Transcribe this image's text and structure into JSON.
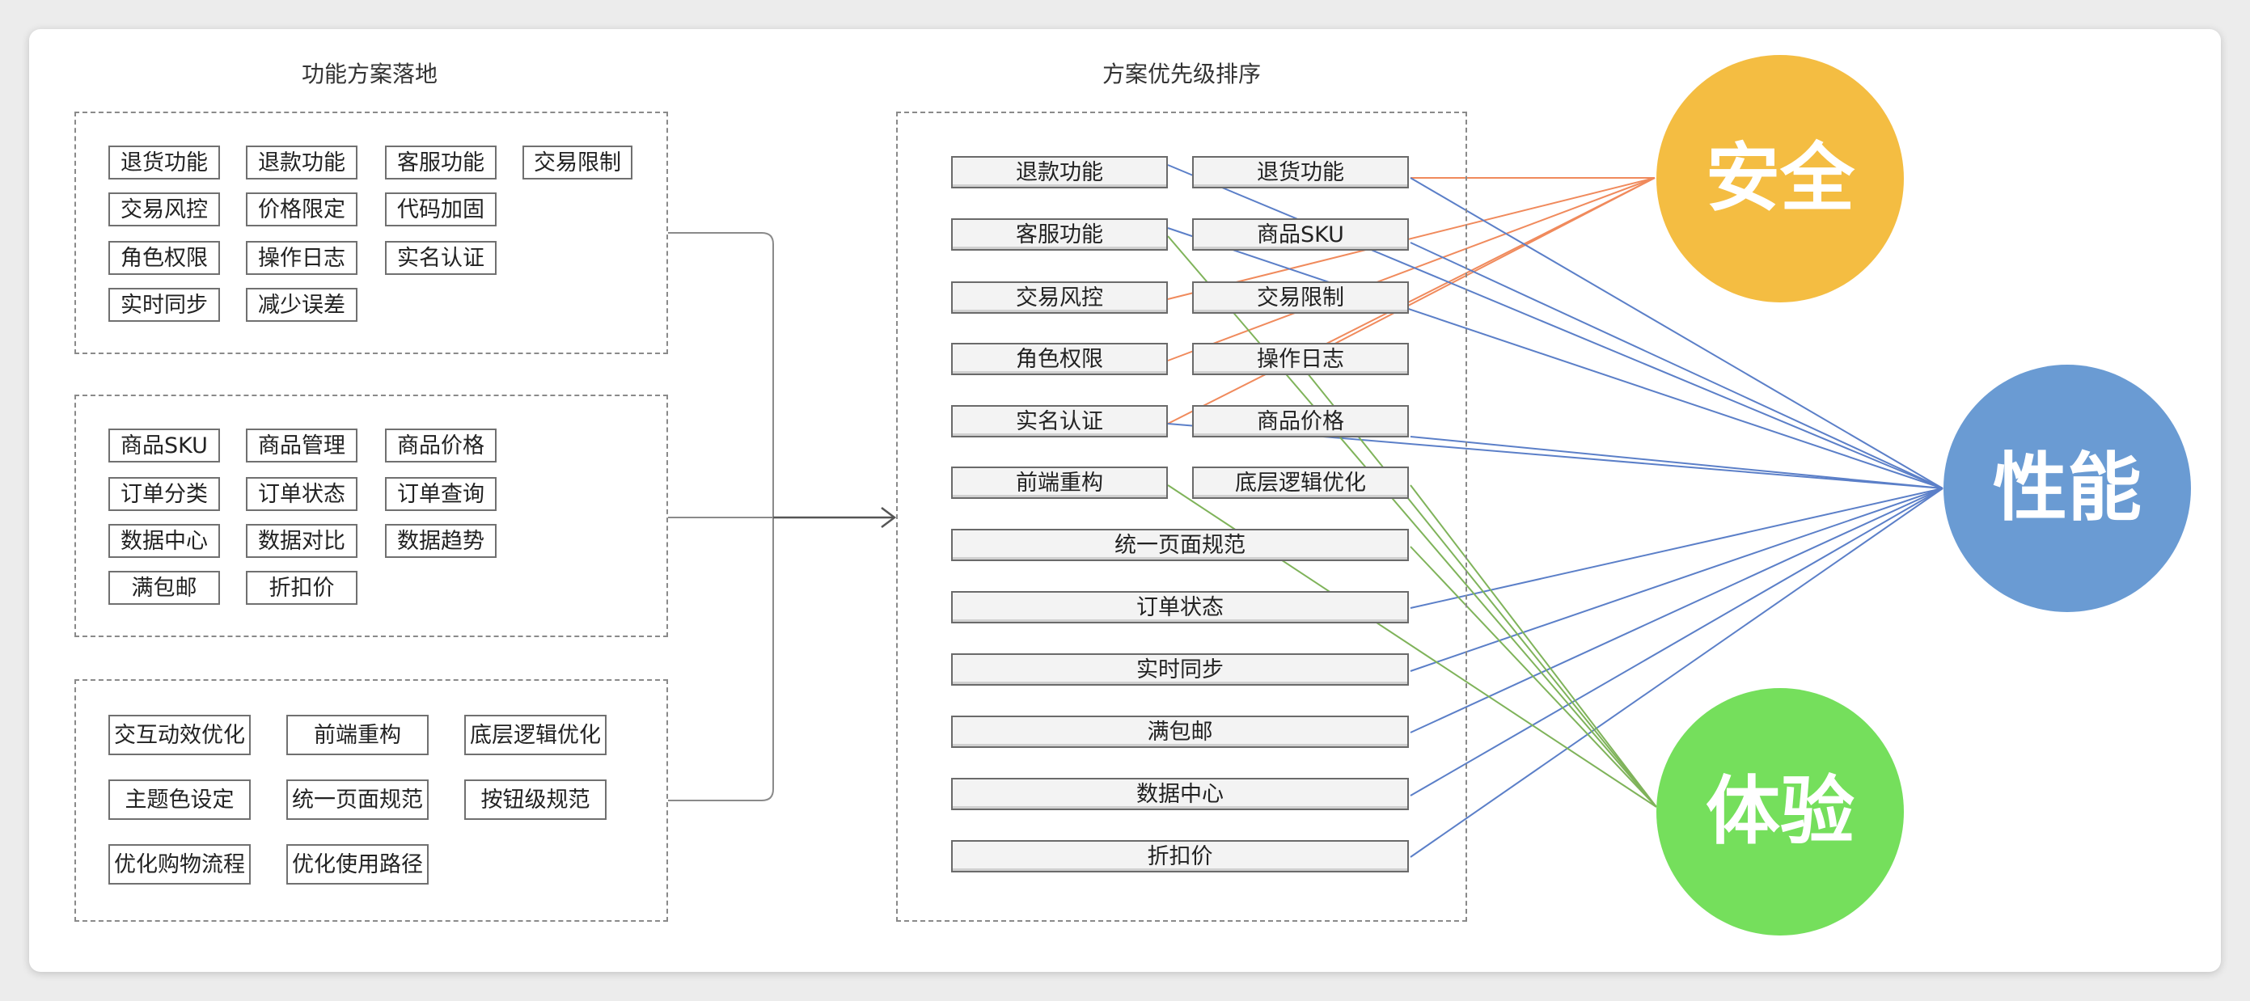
{
  "left": {
    "title": "功能方案落地",
    "groups": [
      {
        "items": [
          "退货功能",
          "退款功能",
          "客服功能",
          "交易限制",
          "交易风控",
          "价格限定",
          "代码加固",
          "角色权限",
          "操作日志",
          "实名认证",
          "实时同步",
          "减少误差"
        ]
      },
      {
        "items": [
          "商品SKU",
          "商品管理",
          "商品价格",
          "订单分类",
          "订单状态",
          "订单查询",
          "数据中心",
          "数据对比",
          "数据趋势",
          "满包邮",
          "折扣价"
        ]
      },
      {
        "items": [
          "交互动效优化",
          "前端重构",
          "底层逻辑优化",
          "主题色设定",
          "统一页面规范",
          "按钮级规范",
          "优化购物流程",
          "优化使用路径"
        ]
      }
    ]
  },
  "middle": {
    "title": "方案优先级排序",
    "pairs": [
      [
        "退款功能",
        "退货功能"
      ],
      [
        "客服功能",
        "商品SKU"
      ],
      [
        "交易风控",
        "交易限制"
      ],
      [
        "角色权限",
        "操作日志"
      ],
      [
        "实名认证",
        "商品价格"
      ],
      [
        "前端重构",
        "底层逻辑优化"
      ]
    ],
    "singles": [
      "统一页面规范",
      "订单状态",
      "实时同步",
      "满包邮",
      "数据中心",
      "折扣价"
    ]
  },
  "circles": [
    {
      "label": "安全",
      "color": "#f4bd42"
    },
    {
      "label": "性能",
      "color": "#6a9bd3"
    },
    {
      "label": "体验",
      "color": "#75df5c"
    }
  ],
  "line_colors": {
    "security": "#f08a5c",
    "performance": "#5b7fc8",
    "experience": "#7fb35a"
  }
}
